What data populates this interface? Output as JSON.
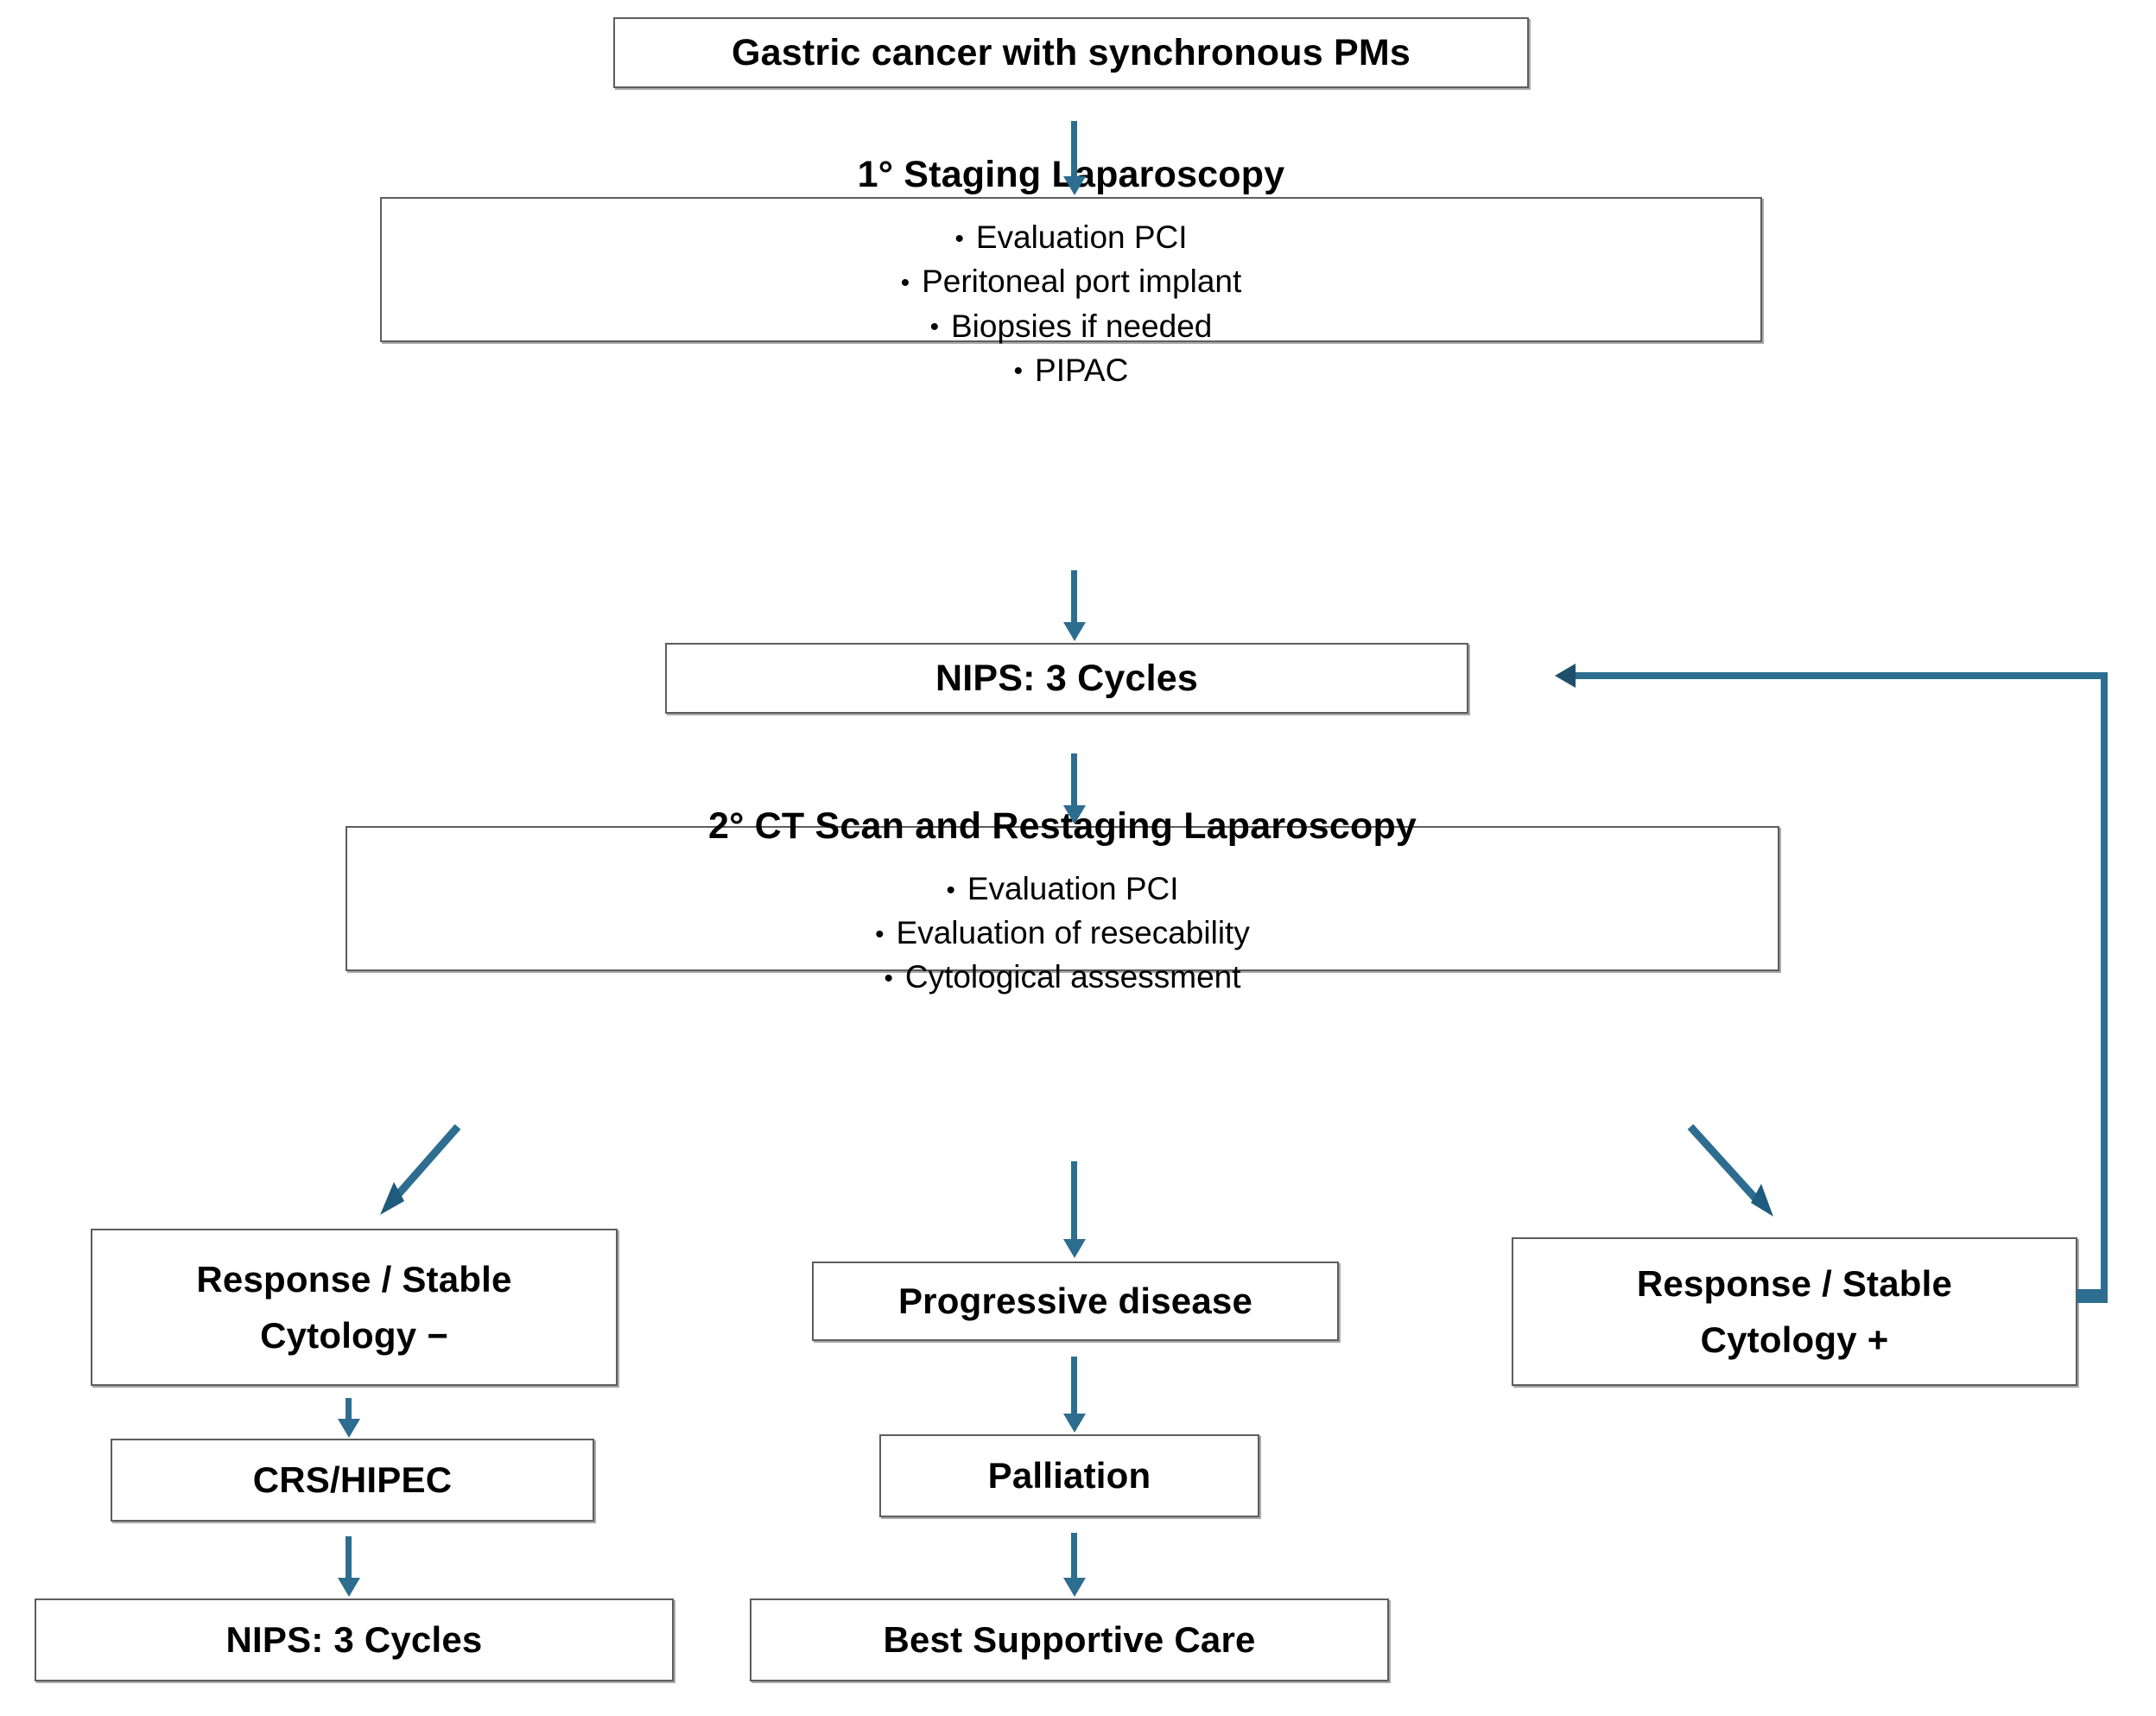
{
  "diagram": {
    "type": "flowchart",
    "title": "Gastric cancer with synchronous PMs treatment algorithm",
    "colors": {
      "arrow": "#2d6d8f",
      "box_border": "#5d5d5d",
      "box_fill": "#ffffff",
      "text": "#000000"
    },
    "nodes": {
      "gastric": {
        "label": "Gastric cancer with synchronous PMs"
      },
      "staging": {
        "label": "1° Staging Laparoscopy",
        "bullets": [
          "Evaluation PCI",
          "Peritoneal port implant",
          "Biopsies if needed",
          "PIPAC"
        ]
      },
      "nips1": {
        "label": "NIPS:  3 Cycles"
      },
      "ct": {
        "label": "2°  CT Scan and Restaging Laparoscopy",
        "bullets": [
          "Evaluation PCI",
          "Evaluation of resecability",
          "Cytological assessment"
        ]
      },
      "resp_neg": {
        "line1": "Response / Stable",
        "line2": "Cytology  −"
      },
      "progressive": {
        "label": "Progressive disease"
      },
      "resp_pos": {
        "line1": "Response / Stable",
        "line2": "Cytology +"
      },
      "crs": {
        "label": "CRS/HIPEC"
      },
      "palliation": {
        "label": "Palliation"
      },
      "nips2": {
        "label": "NIPS: 3 Cycles"
      },
      "bsc": {
        "label": "Best Supportive Care"
      }
    },
    "edges": [
      {
        "from": "gastric",
        "to": "staging",
        "style": "down-arrow"
      },
      {
        "from": "staging",
        "to": "nips1",
        "style": "down-arrow"
      },
      {
        "from": "nips1",
        "to": "ct",
        "style": "down-arrow"
      },
      {
        "from": "ct",
        "to": "resp_neg",
        "style": "diagonal-down-left"
      },
      {
        "from": "ct",
        "to": "progressive",
        "style": "down-arrow"
      },
      {
        "from": "ct",
        "to": "resp_pos",
        "style": "diagonal-down-right"
      },
      {
        "from": "resp_neg",
        "to": "crs",
        "style": "down-arrow"
      },
      {
        "from": "crs",
        "to": "nips2",
        "style": "down-arrow"
      },
      {
        "from": "progressive",
        "to": "palliation",
        "style": "down-arrow"
      },
      {
        "from": "palliation",
        "to": "bsc",
        "style": "down-arrow"
      },
      {
        "from": "resp_pos",
        "to": "nips1",
        "style": "feedback-loop-right"
      }
    ]
  }
}
